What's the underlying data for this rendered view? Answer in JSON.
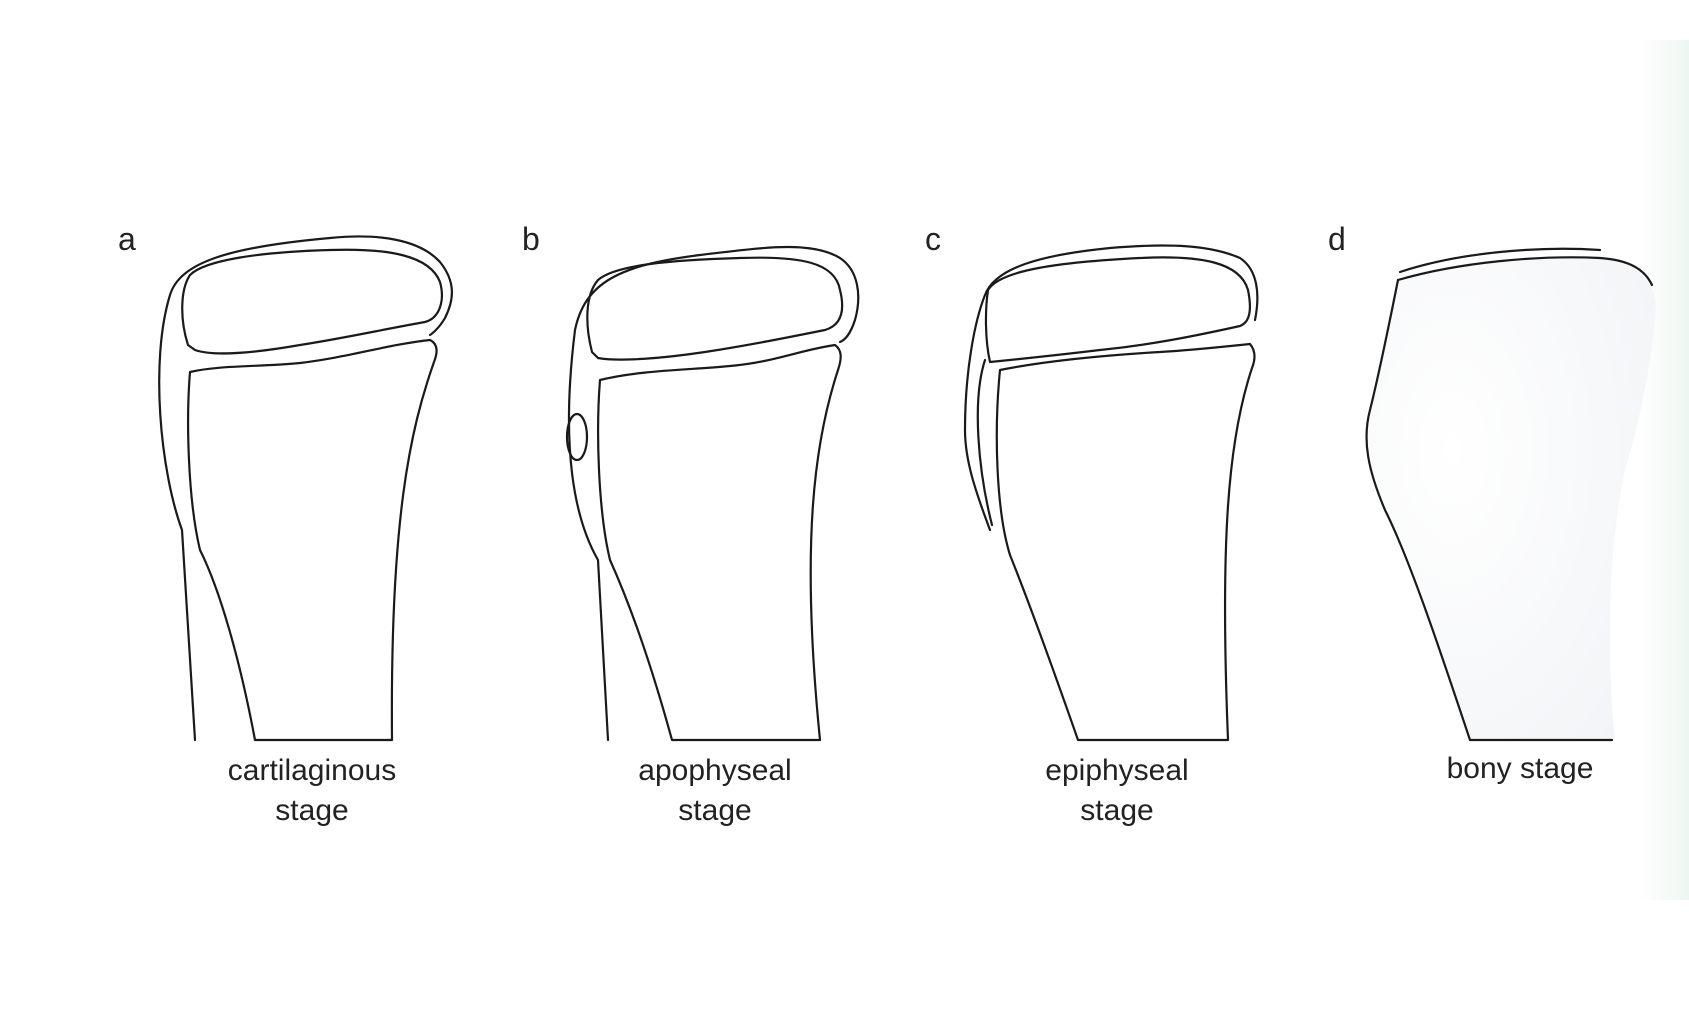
{
  "panels": [
    {
      "letter": "a",
      "caption_line1": "cartilaginous",
      "caption_line2": "stage"
    },
    {
      "letter": "b",
      "caption_line1": "apophyseal",
      "caption_line2": "stage"
    },
    {
      "letter": "c",
      "caption_line1": "epiphyseal",
      "caption_line2": "stage"
    },
    {
      "letter": "d",
      "caption_line1": "bony stage",
      "caption_line2": ""
    }
  ],
  "colors": {
    "line": "#1a1a1a",
    "text": "#222222",
    "background": "#ffffff",
    "edge_tint": "#e8f3ee"
  }
}
